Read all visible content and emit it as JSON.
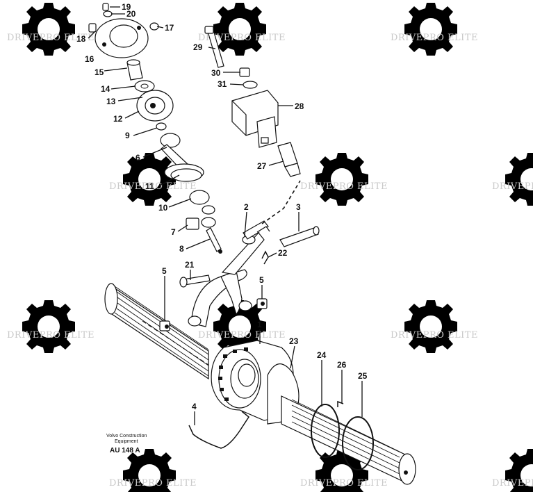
{
  "watermark": {
    "text": "DRIVEPRO ELITE",
    "color": "#e58a8a"
  },
  "callouts": {
    "c1": "1",
    "c2": "2",
    "c3": "3",
    "c4": "4",
    "c5a": "5",
    "c5b": "5",
    "c6": "6",
    "c7": "7",
    "c8": "8",
    "c9": "9",
    "c10": "10",
    "c11": "11",
    "c12": "12",
    "c13": "13",
    "c14": "14",
    "c15": "15",
    "c16": "16",
    "c17": "17",
    "c18": "18",
    "c19": "19",
    "c20": "20",
    "c21": "21",
    "c22": "22",
    "c23": "23",
    "c24": "24",
    "c25": "25",
    "c26": "26",
    "c27": "27",
    "c28": "28",
    "c29": "29",
    "c30": "30",
    "c31": "31"
  },
  "footer": {
    "line1": "Volvo Construction",
    "line2": "Equipment",
    "code": "AU 148 A"
  }
}
